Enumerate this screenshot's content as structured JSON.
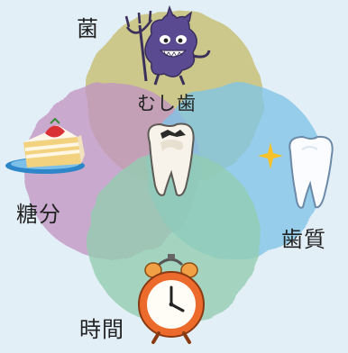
{
  "diagram": {
    "labels": {
      "bacteria": "菌",
      "sugar": "糖分",
      "tooth_quality": "歯質",
      "time": "時間",
      "center": "むし歯"
    },
    "circles": {
      "bacteria": {
        "color": "#e2cf7e"
      },
      "sugar": {
        "color": "#db9fc9"
      },
      "tooth_quality": {
        "color": "#8fd1ee"
      },
      "time": {
        "color": "#a4dbb6"
      }
    },
    "icons": {
      "bacteria": "bacteria-monster-icon",
      "sugar": "strawberry-shortcake-icon",
      "tooth_quality": "healthy-tooth-icon",
      "time": "alarm-clock-icon",
      "center": "decayed-tooth-icon"
    }
  }
}
